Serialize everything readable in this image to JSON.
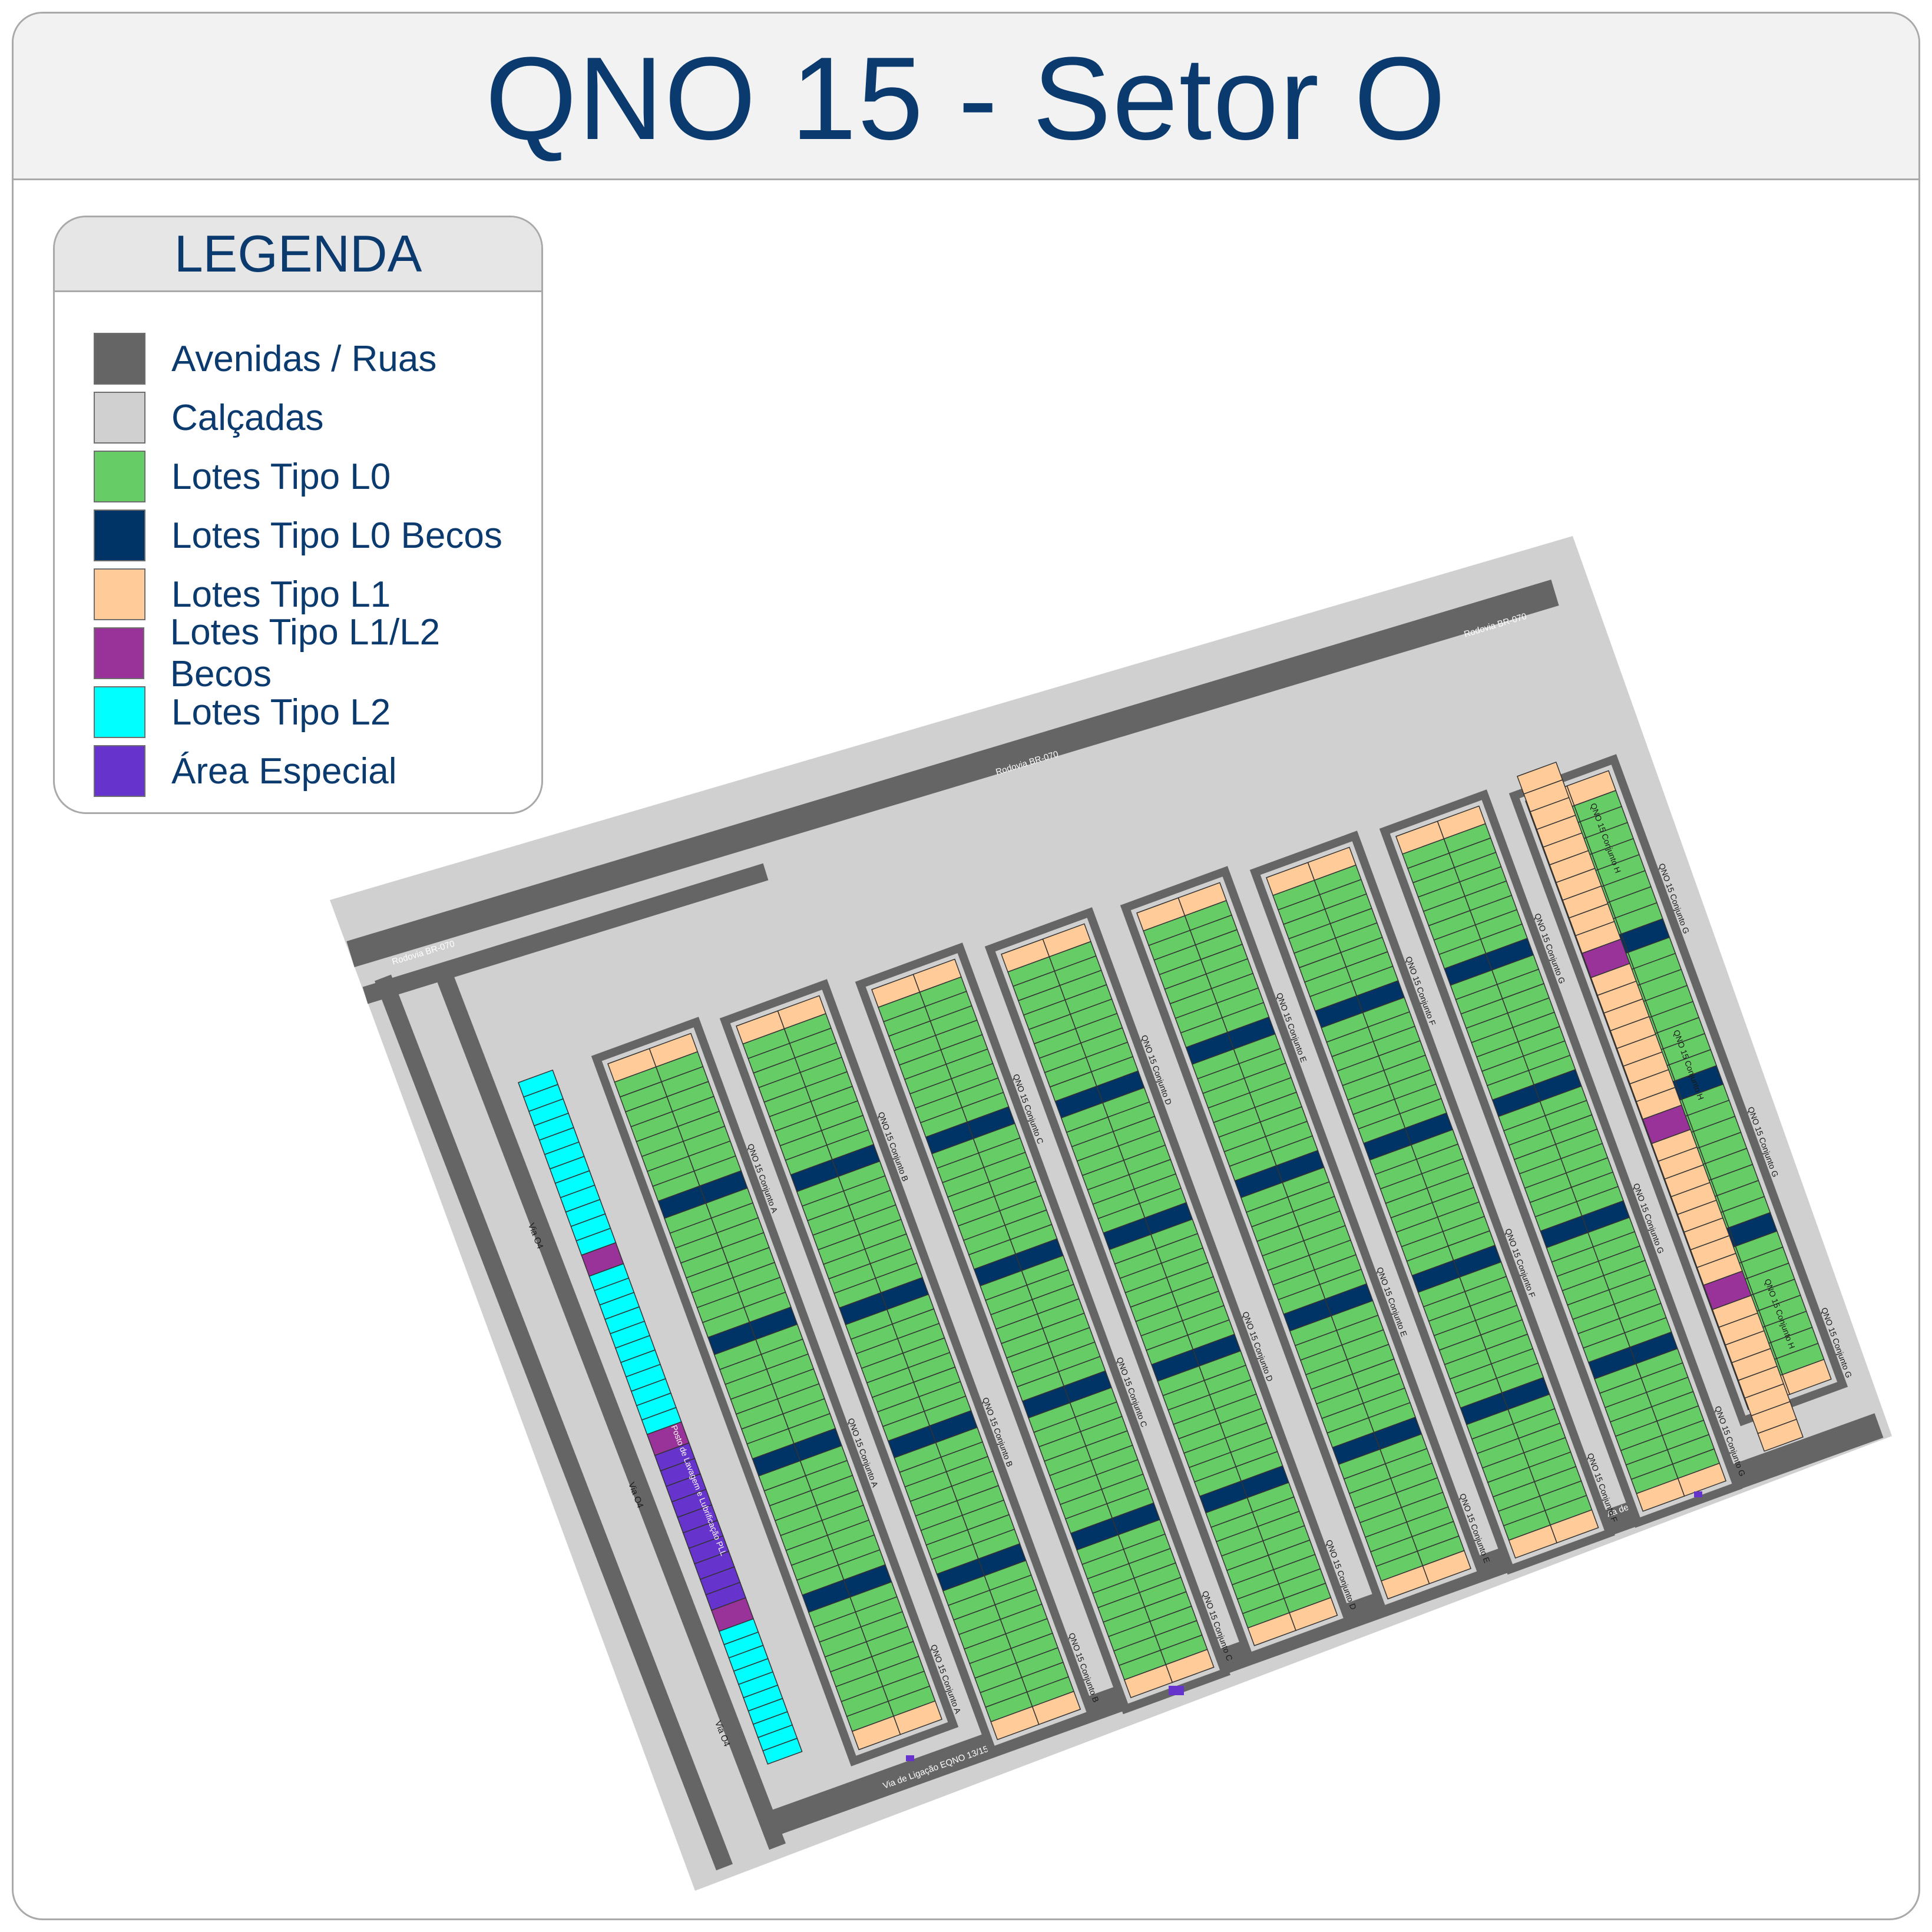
{
  "title": "QNO 15 - Setor O",
  "legend": {
    "title": "LEGENDA",
    "items": [
      {
        "label": "Avenidas / Ruas",
        "color": "#656565"
      },
      {
        "label": "Calçadas",
        "color": "#d0d0d0"
      },
      {
        "label": "Lotes Tipo L0",
        "color": "#66cc66"
      },
      {
        "label": "Lotes Tipo L0 Becos",
        "color": "#003366"
      },
      {
        "label": "Lotes Tipo L1",
        "color": "#ffcc99"
      },
      {
        "label": "Lotes Tipo L1/L2 Becos",
        "color": "#993399"
      },
      {
        "label": "Lotes Tipo L2",
        "color": "#00ffff"
      },
      {
        "label": "Área Especial",
        "color": "#6633cc"
      }
    ]
  },
  "map_labels": {
    "rodovia": "Rodovia  BR-070",
    "rodovia_2": "Rodovia  BR-070",
    "rodovia_3": "Rodovia  BR-070",
    "via_o4": "Via O4",
    "via_o4_2": "Via O4",
    "via_o4_3": "Via O4",
    "via_ligacao": "Via de Ligação EQNO 13/15",
    "via_ligacao_2": "Via de Ligação EQNO 13/15",
    "via_ligacao_3": "Via de Ligação EQNO 13/15",
    "posto": "Posto de Lavagem e Lubrificação  PLL",
    "conjuntos": {
      "a": "QNO 15 Conjunto A",
      "b": "QNO 15 Conjunto B",
      "c": "QNO 15 Conjunto C",
      "d": "QNO 15 Conjunto D",
      "e": "QNO 15 Conjunto E",
      "f": "QNO 15 Conjunto F",
      "g": "QNO 15 Conjunto G",
      "h": "QNO 15 Conjunto H"
    }
  }
}
